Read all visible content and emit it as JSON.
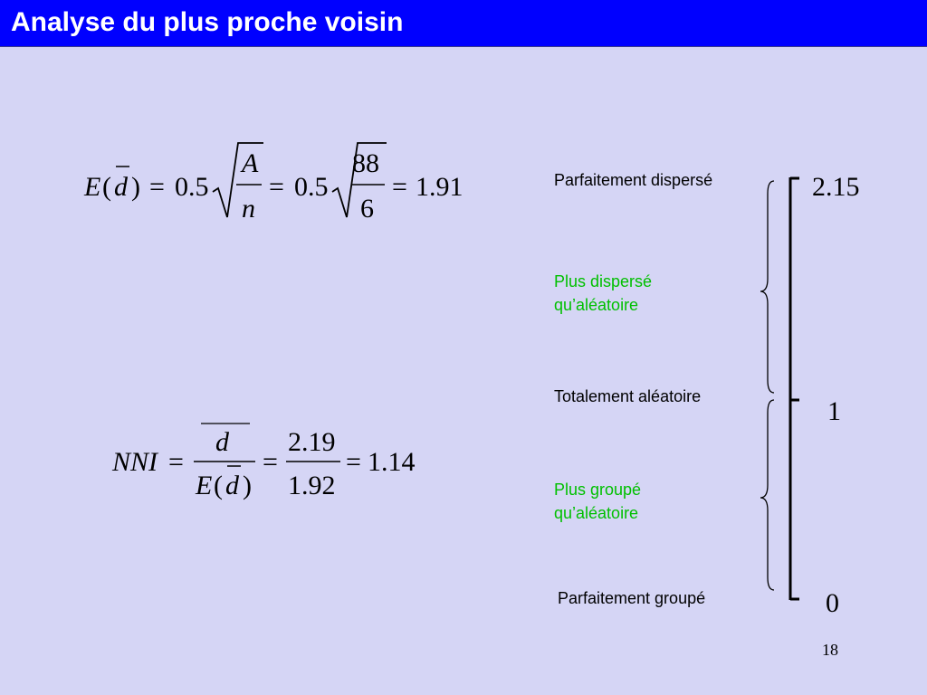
{
  "title": "Analyse du plus proche voisin",
  "formula1": {
    "lhs_E": "E",
    "lhs_open": "(",
    "lhs_d": "d",
    "lhs_close": ")",
    "eq1": "=",
    "coef1": "0.5",
    "frac1_num": "A",
    "frac1_den": "n",
    "eq2": "=",
    "coef2": "0.5",
    "frac2_num": "88",
    "frac2_den": "6",
    "eq3": "=",
    "result": "1.91"
  },
  "formula2": {
    "lhs": "NNI",
    "eq1": "=",
    "frac1_num": "d",
    "frac1_den_E": "E",
    "frac1_den_open": "(",
    "frac1_den_d": "d",
    "frac1_den_close": ")",
    "eq2": "=",
    "frac2_num": "2.19",
    "frac2_den": "1.92",
    "eq3": "=",
    "result": "1.14"
  },
  "scale": {
    "labels": [
      {
        "text": "Parfaitement dispersé",
        "color": "black"
      },
      {
        "text": "Plus dispersé\nqu’aléatoire",
        "color": "green"
      },
      {
        "text": "Totalement aléatoire",
        "color": "black"
      },
      {
        "text": "Plus groupé\nqu’aléatoire",
        "color": "green"
      },
      {
        "text": "Parfaitement groupé",
        "color": "black"
      }
    ],
    "values": {
      "top": "2.15",
      "middle": "1",
      "bottom": "0"
    }
  },
  "page_number": "18",
  "colors": {
    "background": "#d5d5f5",
    "title_bar": "#0000ff",
    "title_text": "#ffffff",
    "accent_green": "#00c000"
  }
}
